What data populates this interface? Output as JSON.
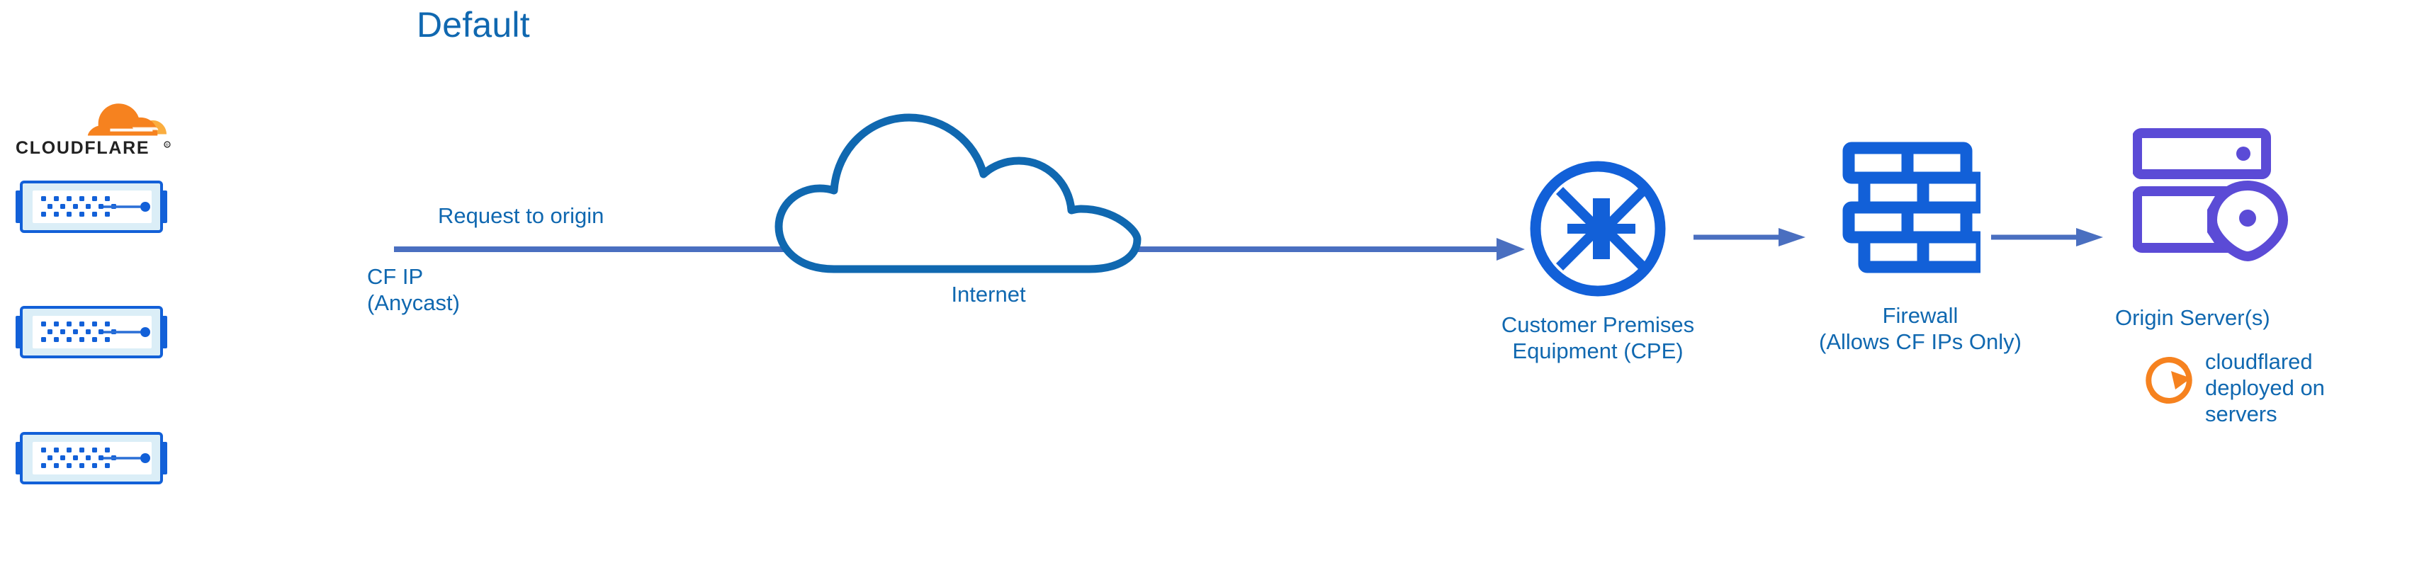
{
  "diagram": {
    "title": "Default",
    "type": "network-architecture-flow",
    "colors": {
      "title_blue": "#1068b0",
      "label_blue": "#1068b0",
      "arrow_blue": "#4a6fc0",
      "icon_blue": "#1260d8",
      "cloud_blue": "#1068b0",
      "origin_purple": "#5b4bd6",
      "cloudflare_orange": "#f6821f",
      "cloudflare_orange_light": "#faad3f",
      "logo_black": "#222222",
      "rack_fill": "#ffffff",
      "rack_inner": "#dbeef7",
      "background": "#ffffff"
    },
    "nodes": {
      "cloudflare": {
        "logo_wordmark": "CLOUDFLARE",
        "logo_trademark": "®",
        "server_count": 3,
        "icon": "cloudflare-logo"
      },
      "request_label": "Request to origin",
      "cf_ip_label_line1": "CF IP",
      "cf_ip_label_line2": "(Anycast)",
      "internet": {
        "label": "Internet",
        "icon": "cloud-outline-icon"
      },
      "cpe": {
        "label_line1": "Customer Premises",
        "label_line2": "Equipment (CPE)",
        "icon": "router-four-arrows-icon"
      },
      "firewall": {
        "label_line1": "Firewall",
        "label_line2": "(Allows CF IPs Only)",
        "icon": "brick-wall-icon"
      },
      "origin": {
        "label": "Origin Server(s)",
        "icon": "server-location-pin-icon"
      },
      "cloudflared": {
        "label_line1": "cloudflared",
        "label_line2": "deployed on",
        "label_line3": "servers",
        "icon": "circular-arrows-sync-icon"
      }
    },
    "flow": [
      {
        "from": "cloudflare-edge",
        "to": "cpe",
        "label": "Request to origin"
      },
      {
        "from": "cpe",
        "to": "firewall",
        "label": ""
      },
      {
        "from": "firewall",
        "to": "origin",
        "label": ""
      }
    ]
  }
}
